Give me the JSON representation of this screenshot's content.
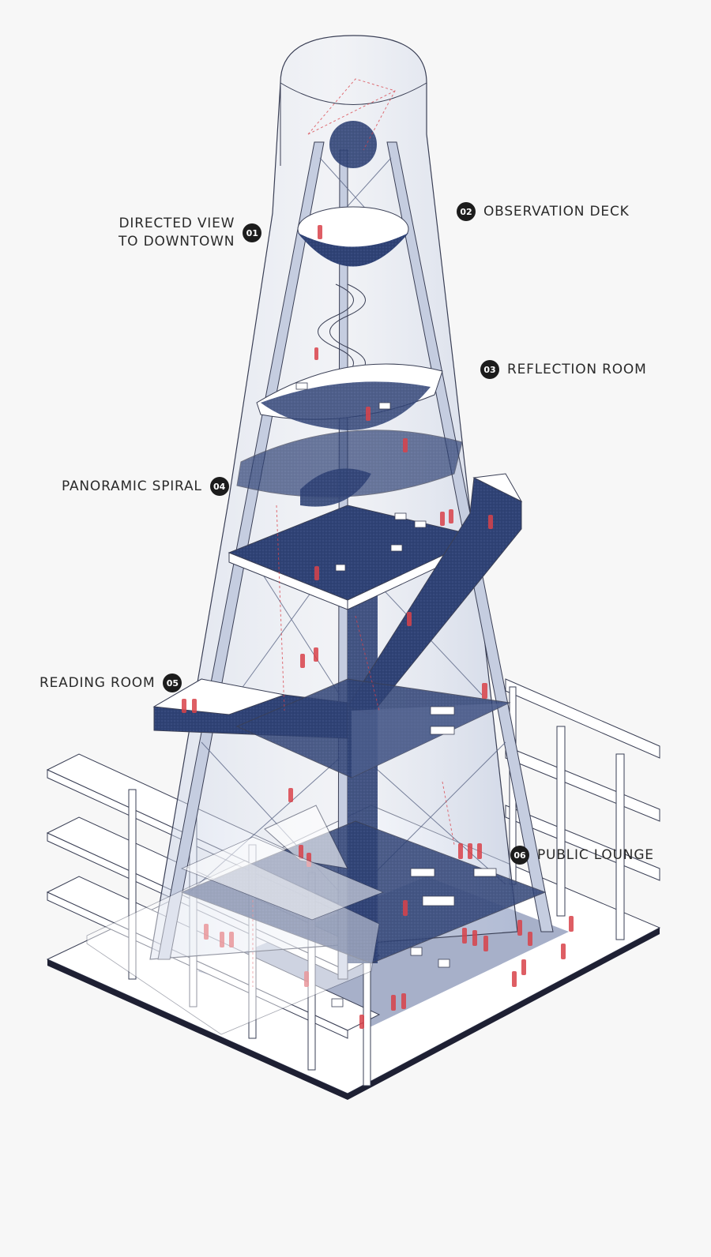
{
  "labels": [
    {
      "number": "01",
      "line1": "DIRECTED VIEW",
      "line2": "TO DOWNTOWN"
    },
    {
      "number": "02",
      "text": "OBSERVATION DECK"
    },
    {
      "number": "03",
      "text": "REFLECTION ROOM"
    },
    {
      "number": "04",
      "text": "PANORAMIC SPIRAL"
    },
    {
      "number": "05",
      "text": "READING ROOM"
    },
    {
      "number": "06",
      "text": "PUBLIC LOUNGE"
    }
  ],
  "colors": {
    "background": "#f7f7f7",
    "structure_blue": "#2f4275",
    "glass_tint": "#c9d2e6",
    "figure_red": "#d9424a",
    "outline": "#3a3f55",
    "badge": "#1c1c1c"
  }
}
